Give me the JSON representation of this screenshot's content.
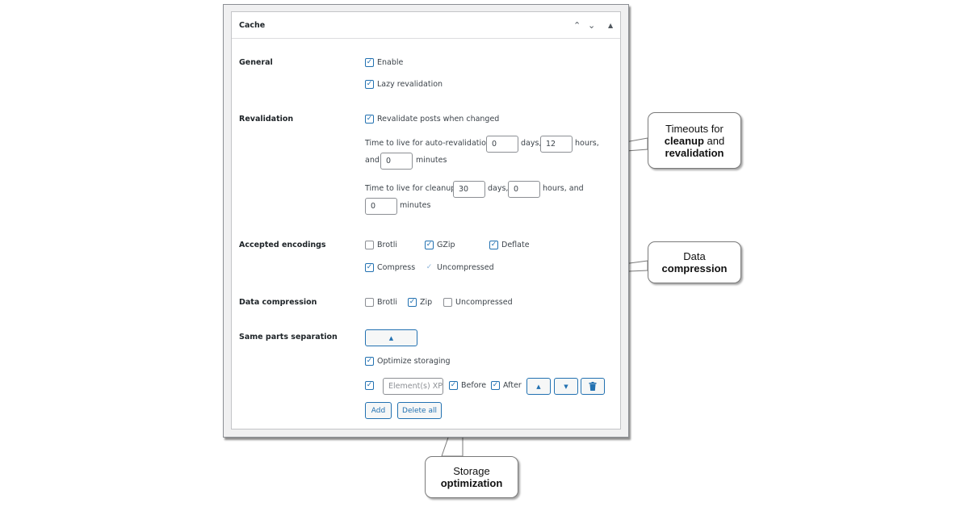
{
  "panel": {
    "title": "Cache",
    "icons": {
      "up": "chevron-up-icon",
      "down": "chevron-down-icon",
      "toggle": "caret-up-icon"
    }
  },
  "general": {
    "label": "General",
    "enable": {
      "label": "Enable",
      "checked": true
    },
    "lazy": {
      "label": "Lazy revalidation",
      "checked": true
    }
  },
  "revalidation": {
    "label": "Revalidation",
    "revalidate_posts": {
      "label": "Revalidate posts when changed",
      "checked": true
    },
    "auto_ttl": {
      "prefix": "Time to live for auto-revalidation:",
      "days_value": "0",
      "days_label": "days,",
      "hours_value": "12",
      "hours_label": "hours,",
      "and_label": "and",
      "minutes_value": "0",
      "minutes_label": "minutes"
    },
    "cleanup_ttl": {
      "prefix": "Time to live for cleanup:",
      "days_value": "30",
      "days_label": "days,",
      "hours_value": "0",
      "hours_label": "hours, and",
      "minutes_value": "0",
      "minutes_label": "minutes"
    }
  },
  "encodings": {
    "label": "Accepted encodings",
    "brotli": {
      "label": "Brotli",
      "checked": false
    },
    "gzip": {
      "label": "GZip",
      "checked": true
    },
    "deflate": {
      "label": "Deflate",
      "checked": true
    },
    "compress": {
      "label": "Compress",
      "checked": true
    },
    "uncompressed": {
      "label": "Uncompressed",
      "checked": true
    }
  },
  "compression": {
    "label": "Data compression",
    "brotli": {
      "label": "Brotli",
      "checked": false
    },
    "zip": {
      "label": "Zip",
      "checked": true
    },
    "uncompressed": {
      "label": "Uncompressed",
      "checked": false
    }
  },
  "separation": {
    "label": "Same parts separation",
    "optimize": {
      "label": "Optimize storaging",
      "checked": true
    },
    "item": {
      "xpath_placeholder": "Element(s) XP",
      "before_label": "Before",
      "after_label": "After"
    },
    "add_label": "Add",
    "delete_all_label": "Delete all"
  },
  "callouts": {
    "timeouts": {
      "line1": "Timeouts for",
      "bold1": "cleanup",
      "and": "and",
      "bold2": "revalidation"
    },
    "compression": {
      "line1": "Data",
      "bold1": "compression"
    },
    "storage": {
      "line1": "Storage",
      "bold1": "optimization"
    }
  },
  "colors": {
    "accent": "#2271b1",
    "border": "#8c8f94"
  }
}
